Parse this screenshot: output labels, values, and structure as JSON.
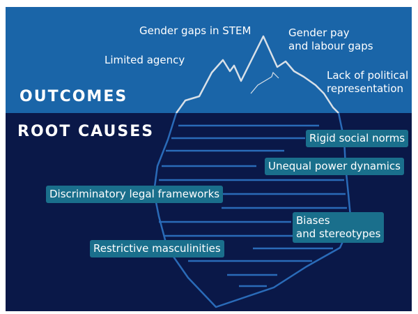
{
  "colors": {
    "above_water": "#1a65a8",
    "below_water": "#0a1848",
    "iceberg_line": "#d8e0e8",
    "underwater_line": "#2a6bb8",
    "label_box": "#1a6f8c"
  },
  "sections": {
    "outcomes": "OUTCOMES",
    "root_causes": "ROOT CAUSES"
  },
  "outcomes": [
    {
      "label": "Gender gaps in STEM"
    },
    {
      "line1": "Gender pay",
      "line2": "and labour gaps"
    },
    {
      "label": "Limited agency"
    },
    {
      "line1": "Lack of political",
      "line2": "representation"
    }
  ],
  "root_causes": [
    {
      "label": "Rigid social norms"
    },
    {
      "label": "Unequal power dynamics"
    },
    {
      "label": "Discriminatory legal frameworks"
    },
    {
      "line1": "Biases",
      "line2": "and stereotypes"
    },
    {
      "label": "Restrictive masculinities"
    }
  ]
}
